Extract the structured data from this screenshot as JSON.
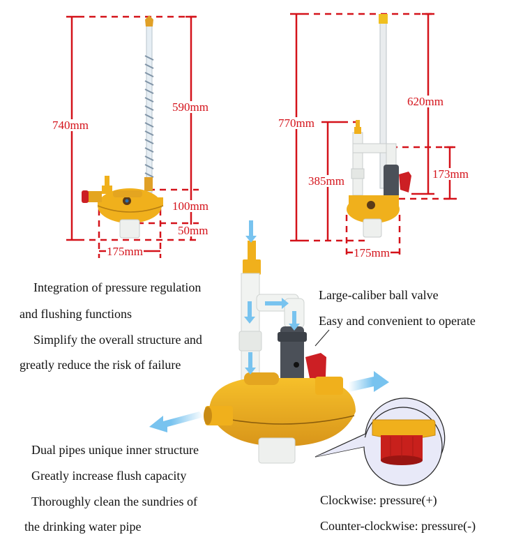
{
  "colors": {
    "dimension_red": "#d4121a",
    "body_yellow": "#f0b01c",
    "body_yellow_dark": "#d8951a",
    "pipe_white": "#eef0ee",
    "valve_grey": "#4b5058",
    "handle_red": "#cc1f24",
    "arrow_blue": "#78c3ef",
    "callout_bg": "#e8e9f8"
  },
  "product_left": {
    "dimensions": {
      "total_height": "740mm",
      "tube_height": "590mm",
      "body_height": "100mm",
      "outlet_height": "50mm",
      "width": "175mm"
    }
  },
  "product_right": {
    "dimensions": {
      "total_height": "770mm",
      "tube_height": "620mm",
      "bypass_height": "385mm",
      "valve_height": "173mm",
      "width": "175mm"
    }
  },
  "features": {
    "integration": {
      "line1": "Integration of pressure regulation",
      "line2": "and flushing functions"
    },
    "simplify": {
      "line1": "Simplify the overall structure and",
      "line2": "greatly reduce the risk of failure"
    },
    "ball_valve": {
      "line1": "Large-caliber ball valve",
      "line2": "Easy and convenient to operate"
    },
    "dual_pipes": {
      "line1": "Dual pipes unique inner structure",
      "line2": "Greatly increase flush capacity",
      "line3": "Thoroughly clean the sundries of",
      "line4": "the drinking water pipe"
    },
    "adjustment": {
      "clockwise": "Clockwise: pressure(+)",
      "counter_clockwise": "Counter-clockwise: pressure(-)"
    }
  }
}
